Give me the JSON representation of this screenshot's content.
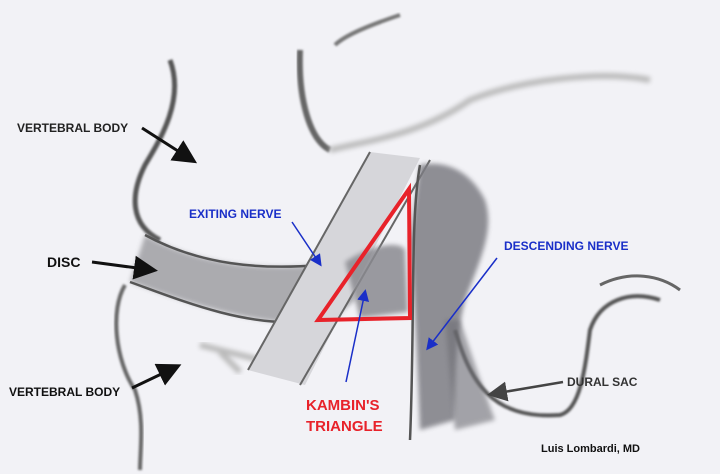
{
  "labels": {
    "vertebral_body_top": "VERTEBRAL BODY",
    "disc": "DISC",
    "vertebral_body_bottom": "VERTEBRAL BODY",
    "exiting_nerve": "EXITING NERVE",
    "descending_nerve": "DESCENDING NERVE",
    "kambin_line1": "KAMBIN'S",
    "kambin_line2": "TRIANGLE",
    "dural_sac": "DURAL SAC"
  },
  "credit": "Luis Lombardi, MD",
  "colors": {
    "label_black": "#111111",
    "label_blue": "#1a2fc8",
    "triangle_red": "#e8222a",
    "dural_sac_label": "#333333"
  }
}
